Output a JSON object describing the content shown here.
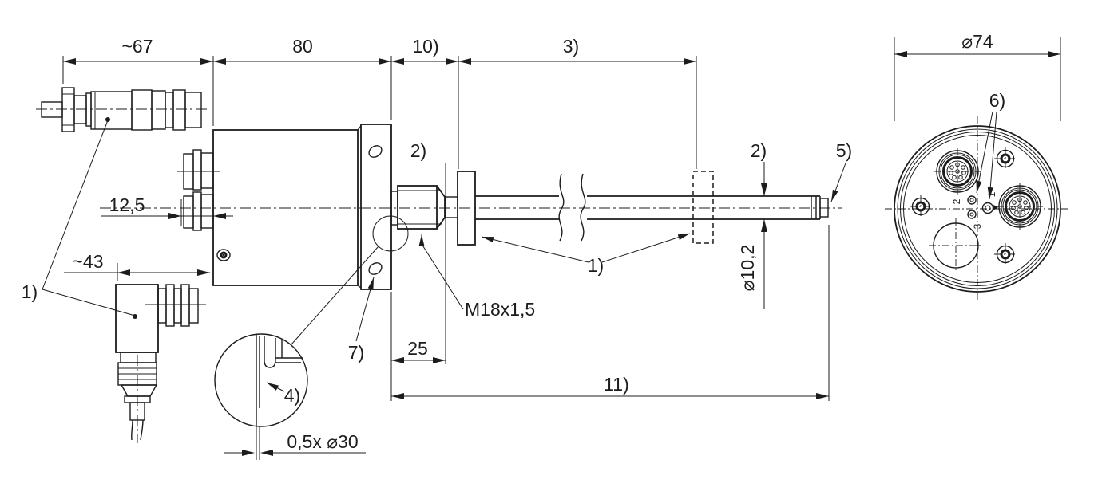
{
  "colors": {
    "line": "#1c1c1c",
    "background": "#ffffff"
  },
  "labels": {
    "dim_connector_length": "~67",
    "dim_housing_length": "80",
    "ref_10": "10)",
    "ref_3": "3)",
    "dim_flange_diameter": "⌀74",
    "dim_stub_protrusion": "12,5",
    "dim_elbow_clearance": "~43",
    "ref_1_connectors": "1)",
    "ref_2_left": "2)",
    "ref_2_right": "2)",
    "ref_5_rod_end": "5)",
    "ref_6_center_holes": "6)",
    "ref_1_magnets": "1)",
    "thread_spec": "M18x1,5",
    "dim_thread_length": "25",
    "ref_11_total_length": "11)",
    "dim_rod_diameter": "⌀10,2",
    "ref_7_mounting_hole": "7)",
    "ref_4_detail": "4)",
    "dim_face_chamfer": "0,5x ⌀30",
    "hole_label_1": "1",
    "hole_label_2": "2",
    "hole_label_3": "3"
  }
}
